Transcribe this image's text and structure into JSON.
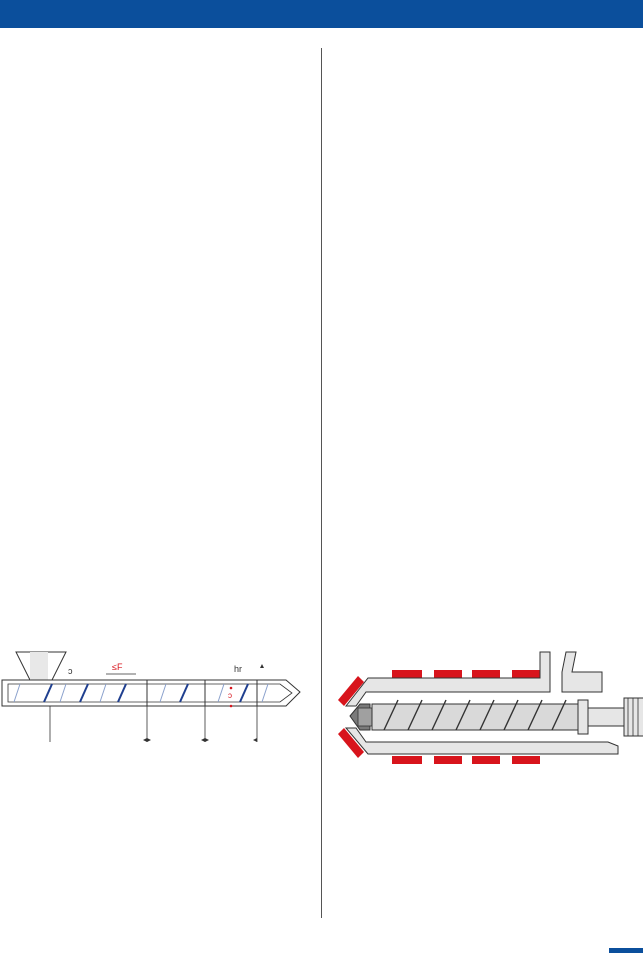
{
  "figure_left": {
    "labels": {
      "feed_mark": "ɔ",
      "compression_mark": "≤F",
      "metering_mark": "hr",
      "flight_mark": "ɔ"
    }
  },
  "colors": {
    "header_bar": "#0b4f9c",
    "flight_blue": "#1f3f8f",
    "heater_red": "#d8141c",
    "gray_fill": "#e6e6e6"
  }
}
